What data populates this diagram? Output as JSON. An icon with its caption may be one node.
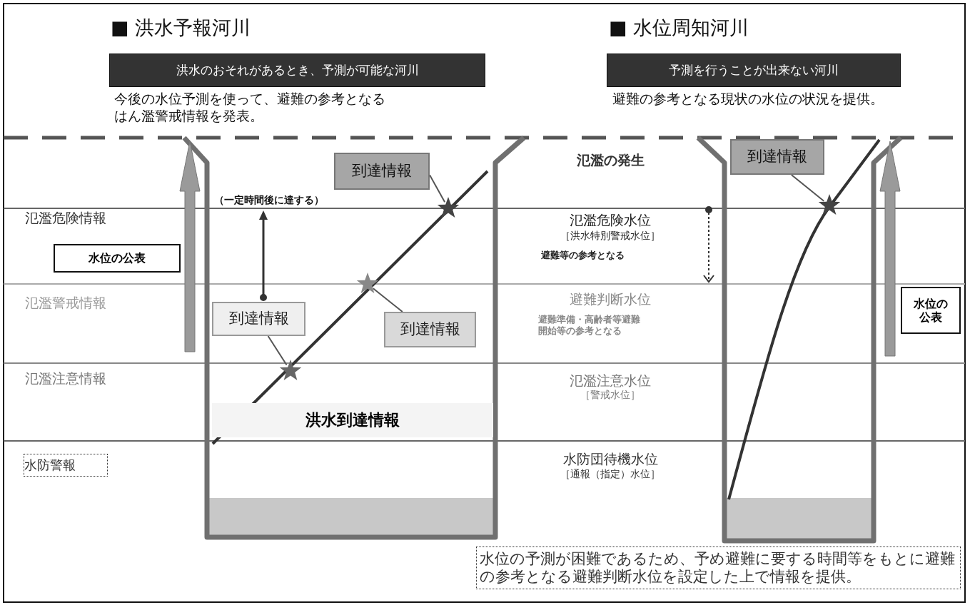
{
  "diagram": {
    "nodes": [
      {
        "text": [
          "洪水のおそれがあるとき、予測が可能な河川"
        ],
        "beside": [
          "■ 洪水予報河川"
        ]
      },
      {
        "text": [
          "予測を行うことが出来ない河川"
        ],
        "beside": [
          "■ 水位周知河川"
        ]
      },
      {
        "text": [
          "到達情報"
        ]
      },
      {
        "text": [
          "到達情報"
        ]
      },
      {
        "text": [],
        "shape": "star"
      },
      {
        "text": [],
        "shape": "star"
      },
      {
        "text": [
          "水位の公表"
        ]
      },
      {
        "text": [
          "到達情報"
        ]
      },
      {
        "text": [
          "到達情報"
        ]
      },
      {
        "text": [],
        "shape": "star"
      },
      {
        "text": [
          "水位の公表"
        ]
      },
      {
        "text": [],
        "shape": "star"
      },
      {
        "text": [
          "洪水到達情報"
        ]
      },
      {
        "text": [
          "水防警報"
        ]
      },
      {
        "text": [
          "水位の予測が困難であるため、予め避難に要する時間等をもとに避難の参考となる避難判断水位を設定した上で情報を提供。"
        ]
      }
    ],
    "edges": [
      {
        "from": 2,
        "to": 4,
        "arrow": "none"
      },
      {
        "from": 3,
        "to": 5,
        "arrow": "none"
      },
      {
        "from": 8,
        "to": 9,
        "arrow": "none"
      },
      {
        "from": 7,
        "to": 11,
        "arrow": "none"
      }
    ],
    "labels": [
      "今後の水位予測を使って、避難の参考となるはん濫警戒情報を発表。",
      "避難の参考となる現状の水位の状況を提供。",
      "氾濫の発生",
      "（一定時間後に達する）",
      "氾濫危険情報",
      "氾濫危険水位",
      "［洪水特別警戒水位］",
      "避難等の参考となる",
      "氾濫警戒情報",
      "避難判断水位",
      "避難準備・高齢者等避難開始等の参考となる",
      "氾濫注意情報",
      "氾濫注意水位",
      "［警戒水位］",
      "水防団待機水位",
      "［通報（指定）水位］"
    ]
  }
}
